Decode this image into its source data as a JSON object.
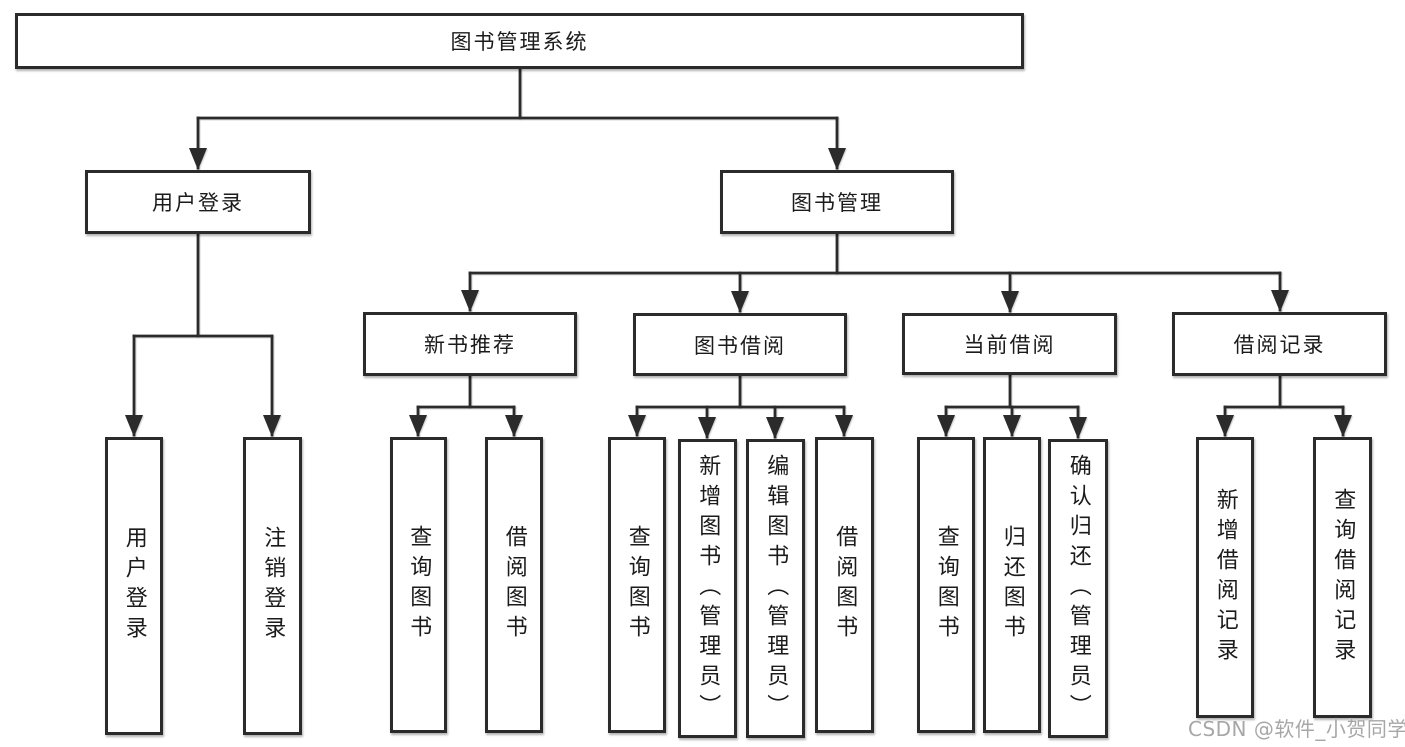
{
  "tree": {
    "root": {
      "label": "图书管理系统"
    },
    "branches": [
      {
        "label": "用户登录",
        "children": [
          {
            "label": "用户登录"
          },
          {
            "label": "注销登录"
          }
        ]
      },
      {
        "label": "图书管理",
        "children": [
          {
            "label": "新书推荐",
            "children": [
              {
                "label": "查询图书"
              },
              {
                "label": "借阅图书"
              }
            ]
          },
          {
            "label": "图书借阅",
            "children": [
              {
                "label": "查询图书"
              },
              {
                "label": "新增图书（管理员）"
              },
              {
                "label": "编辑图书（管理员）"
              },
              {
                "label": "借阅图书"
              }
            ]
          },
          {
            "label": "当前借阅",
            "children": [
              {
                "label": "查询图书"
              },
              {
                "label": "归还图书"
              },
              {
                "label": "确认归还（管理员）"
              }
            ]
          },
          {
            "label": "借阅记录",
            "children": [
              {
                "label": "新增借阅记录"
              },
              {
                "label": "查询借阅记录"
              }
            ]
          }
        ]
      }
    ]
  },
  "watermark": {
    "text": "CSDN @软件_小贺同学"
  },
  "colors": {
    "line": "#2b2b2b",
    "border": "#2b2b2b",
    "text": "#1b1b1b",
    "bg": "#ffffff",
    "watermark": "#9b9b9b"
  }
}
